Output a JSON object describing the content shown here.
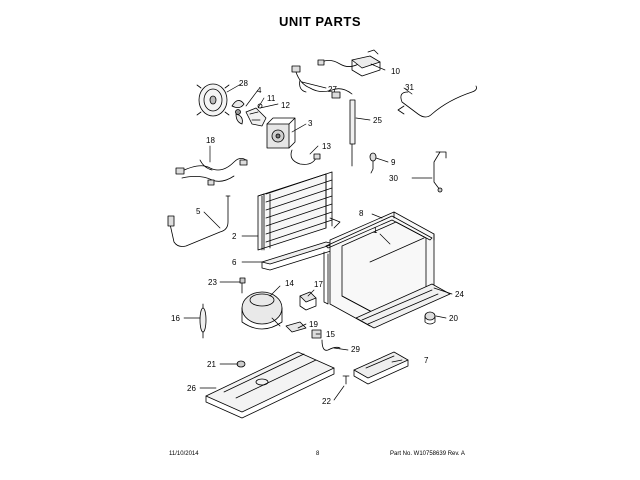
{
  "title": "UNIT PARTS",
  "callouts": {
    "c1": "1",
    "c2": "2",
    "c3": "3",
    "c4": "4",
    "c5": "5",
    "c6": "6",
    "c7": "7",
    "c8": "8",
    "c9": "9",
    "c10": "10",
    "c11": "11",
    "c12": "12",
    "c13": "13",
    "c14": "14",
    "c15": "15",
    "c16": "16",
    "c17": "17",
    "c18": "18",
    "c19": "19",
    "c20": "20",
    "c21": "21",
    "c22": "22",
    "c23": "23",
    "c24": "24",
    "c25": "25",
    "c26": "26",
    "c27": "27",
    "c28": "28",
    "c29": "29",
    "c30": "30",
    "c31": "31"
  },
  "footer": {
    "date": "11/10/2014",
    "page": "8",
    "part": "Part No. W10758639  Rev. A"
  }
}
